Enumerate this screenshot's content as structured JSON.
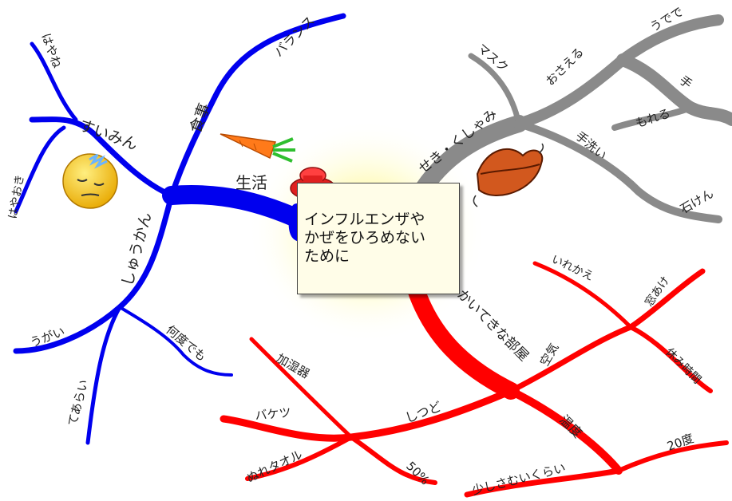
{
  "center": {
    "lines": [
      "インフルエンザや",
      "かぜをひろめない",
      "ために"
    ]
  },
  "branches": {
    "life": {
      "color": "#0000ee",
      "label": "生活",
      "sleep": "すいみん",
      "early": "はやね",
      "early_rise": "はやおき",
      "meal": "食事",
      "balance": "バランス",
      "habits": "しゅうかん",
      "gargle": "うがい",
      "handwash": "てあらい",
      "many_times": "何度でも"
    },
    "cough": {
      "color": "#8a8a8a",
      "label": "せき・くしゃみ",
      "mask": "マスク",
      "cover": "おさえる",
      "arm": "うでで",
      "hand": "手",
      "leak": "もれる",
      "hand_wash": "手洗い",
      "soap": "石けん"
    },
    "room": {
      "color": "#ff0000",
      "label": "かいてきな部屋",
      "air": "空気",
      "replace": "いれかえ",
      "window": "窓あけ",
      "break_time": "休み時間",
      "humidity": "しつど",
      "humidifier": "加湿器",
      "bucket": "バケツ",
      "towel": "ぬれタオル",
      "percent": "50%",
      "temperature": "温度",
      "degrees": "20度",
      "slightly_cold": "少しさむいくらい"
    }
  },
  "icons": [
    "sleeping-face-icon",
    "carrot-icon",
    "pushpin-icon",
    "lips-icon"
  ]
}
